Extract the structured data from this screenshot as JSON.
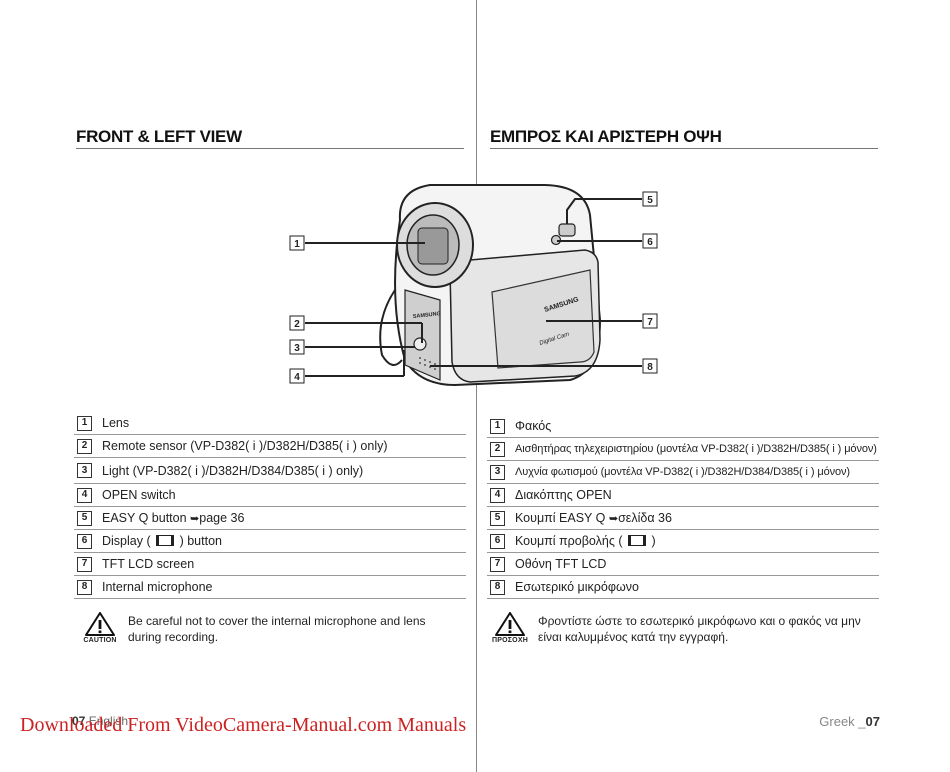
{
  "headings": {
    "en": "FRONT & LEFT VIEW",
    "gr": "ΕΜΠΡΟΣ ΚΑΙ ΑΡΙΣΤΕΡΗ ΟΨΗ"
  },
  "illustration": {
    "callouts": [
      "1",
      "2",
      "3",
      "4",
      "5",
      "6",
      "7",
      "8"
    ],
    "brand_front": "SAMSUNG",
    "brand_side": "SAMSUNG",
    "side_text": "Digital Cam"
  },
  "parts_en": [
    {
      "num": "1",
      "text": "Lens"
    },
    {
      "num": "2",
      "text": "Remote sensor (VP-D382( i )/D382H/D385( i ) only)"
    },
    {
      "num": "3",
      "text": "Light (VP-D382( i )/D382H/D384/D385( i ) only)"
    },
    {
      "num": "4",
      "text": "OPEN switch"
    },
    {
      "num": "5",
      "text": "EASY Q button",
      "arrow": "➥",
      "ref": "page 36"
    },
    {
      "num": "6",
      "text_pre": "Display (",
      "text_post": ") button"
    },
    {
      "num": "7",
      "text": "TFT LCD screen"
    },
    {
      "num": "8",
      "text": "Internal microphone"
    }
  ],
  "parts_gr": [
    {
      "num": "1",
      "text": "Φακός"
    },
    {
      "num": "2",
      "text": "Αισθητήρας τηλεχειριστηρίου (μοντέλα VP-D382( i )/D382H/D385( i ) μόνον)"
    },
    {
      "num": "3",
      "text": "Λυχνία φωτισμού (μοντέλα VP-D382( i )/D382H/D384/D385( i ) μόνον)"
    },
    {
      "num": "4",
      "text": "Διακόπτης OPEN"
    },
    {
      "num": "5",
      "text": "Κουμπί EASY Q",
      "arrow": "➥",
      "ref": "σελίδα 36"
    },
    {
      "num": "6",
      "text_pre": "Κουμπί προβολής (",
      "text_post": ")"
    },
    {
      "num": "7",
      "text": "Οθόνη TFT LCD"
    },
    {
      "num": "8",
      "text": "Εσωτερικό μικρόφωνο"
    }
  ],
  "caution": {
    "en_label": "CAUTION",
    "en_text": "Be careful not to cover the internal microphone and lens during recording.",
    "gr_label": "ΠΡΟΣΟΧΗ",
    "gr_text": "Φροντίστε ώστε το εσωτερικό μικρόφωνο και ο φακός να μην είναι καλυμμένος κατά την εγγραφή."
  },
  "footer": {
    "left_page": "07",
    "left_lang": "English",
    "right_lang": "Greek _",
    "right_page": "07",
    "watermark": "Downloaded From VideoCamera-Manual.com Manuals"
  }
}
